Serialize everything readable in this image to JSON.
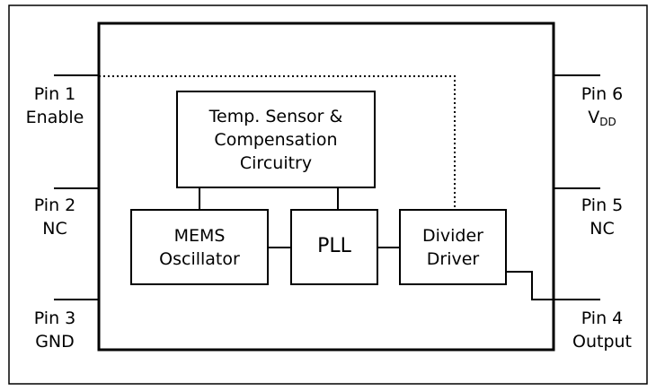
{
  "pins": {
    "pin1": {
      "number": "Pin 1",
      "function": "Enable"
    },
    "pin2": {
      "number": "Pin 2",
      "function": "NC"
    },
    "pin3": {
      "number": "Pin 3",
      "function": "GND"
    },
    "pin4": {
      "number": "Pin 4",
      "function": "Output"
    },
    "pin5": {
      "number": "Pin 5",
      "function": "NC"
    },
    "pin6": {
      "number": "Pin 6",
      "function_main": "V",
      "function_sub": "DD"
    }
  },
  "blocks": {
    "temp_sensor": {
      "line1": "Temp. Sensor &",
      "line2": "Compensation",
      "line3": "Circuitry"
    },
    "mems": {
      "line1": "MEMS",
      "line2": "Oscillator"
    },
    "pll": {
      "label": "PLL"
    },
    "divider": {
      "line1": "Divider",
      "line2": "Driver"
    }
  }
}
